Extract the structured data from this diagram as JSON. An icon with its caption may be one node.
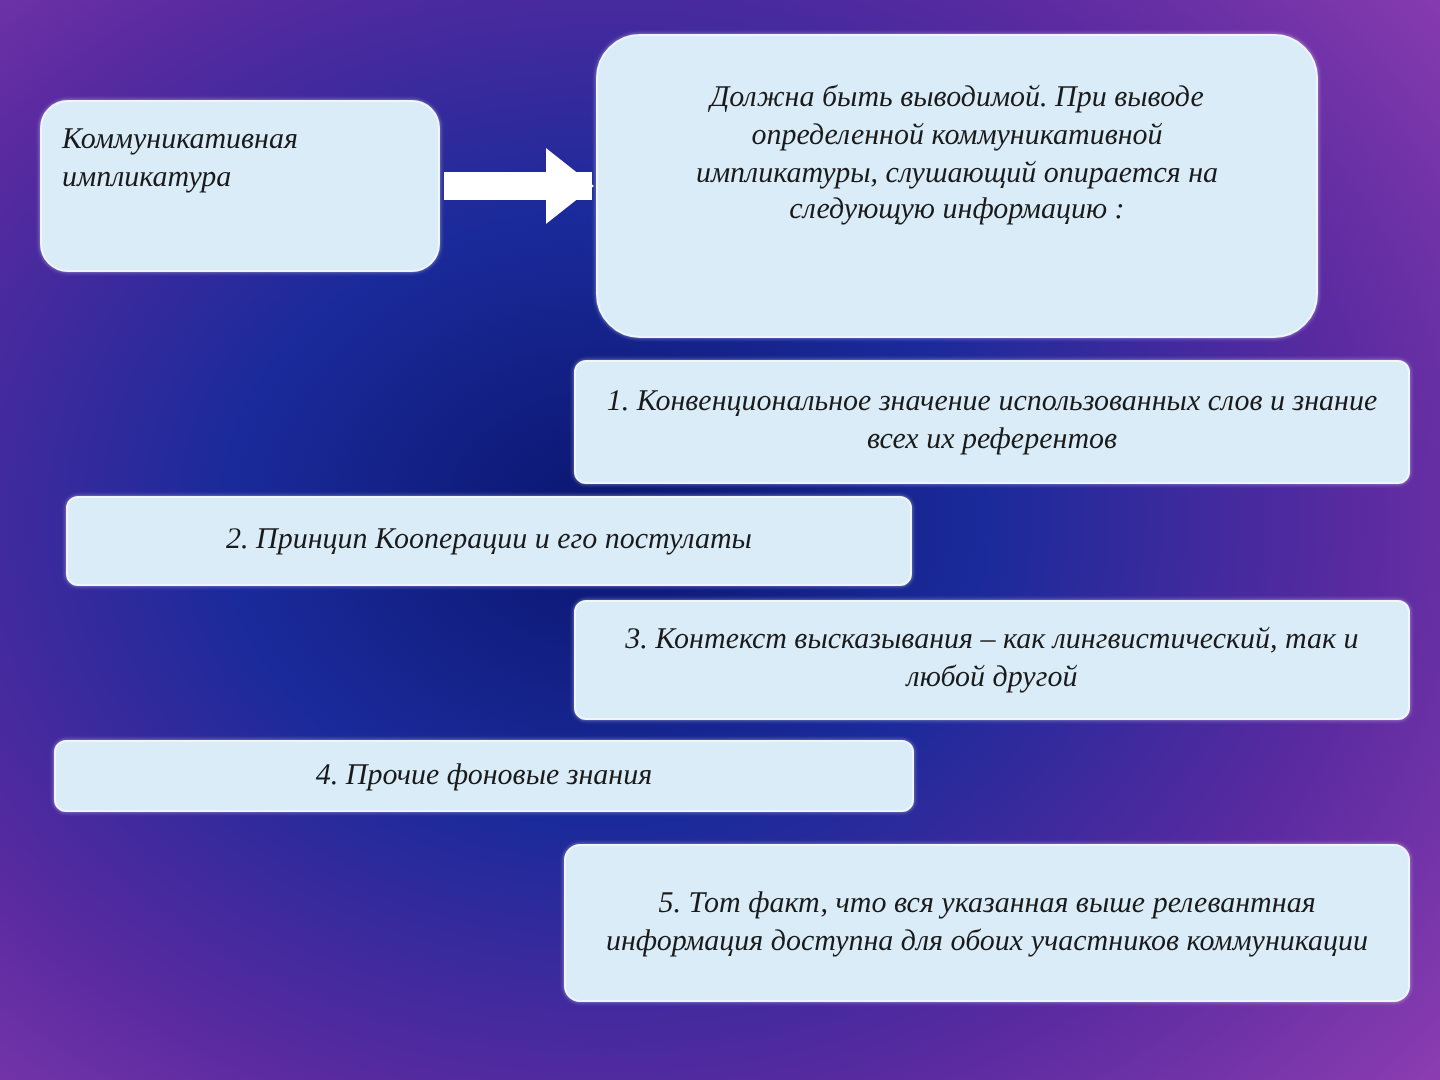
{
  "diagram": {
    "nodes": [
      {
        "text": [
          "Коммуникативная импликатура"
        ]
      },
      {
        "text": [
          "Должна быть выводимой. При выводе определенной коммуникативной импликатуры, слушающий опирается на следующую информацию :"
        ]
      },
      {
        "text": [
          "1. Конвенциональное значение использованных слов и знание всех их референтов"
        ]
      },
      {
        "text": [
          "2. Принцип Кооперации и его постулаты"
        ]
      },
      {
        "text": [
          "3. Контекст высказывания – как лингвистический, так и любой другой"
        ]
      },
      {
        "text": [
          "4. Прочие фоновые знания"
        ]
      },
      {
        "text": [
          "5. Тот факт, что вся указанная выше релевантная информация  доступна для обоих участников коммуникации"
        ]
      }
    ],
    "edges": [
      {
        "from": 0,
        "to": 1,
        "arrow": "to",
        "color": "#ffffff"
      }
    ]
  }
}
